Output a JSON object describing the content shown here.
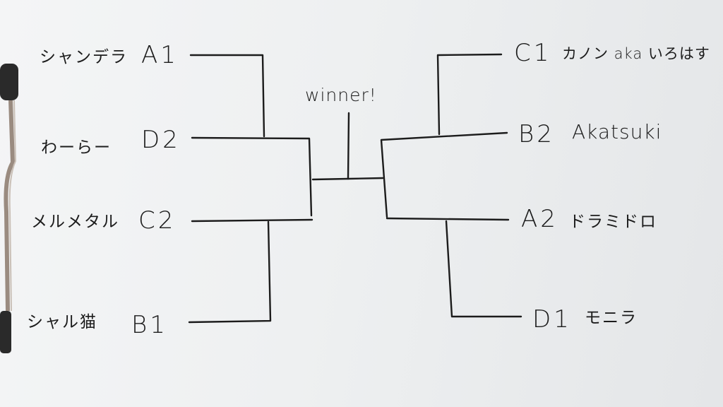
{
  "bracket": {
    "center_label": "winner!",
    "left": [
      {
        "name": "シャンデラ",
        "seed": "A1"
      },
      {
        "name": "わーらー",
        "seed": "D2"
      },
      {
        "name": "メルメタル",
        "seed": "C2"
      },
      {
        "name": "シャル猫",
        "seed": "B1"
      }
    ],
    "right": [
      {
        "seed": "C1",
        "name": "カノン aka いろはす"
      },
      {
        "seed": "B2",
        "name": "Akatsuki"
      },
      {
        "seed": "A2",
        "name": "ドラミドロ"
      },
      {
        "seed": "D1",
        "name": "モニラ"
      }
    ]
  },
  "colors": {
    "ink": "#1c1c1c",
    "paper": "#eef0f1",
    "clip": "#2a2a2a"
  }
}
